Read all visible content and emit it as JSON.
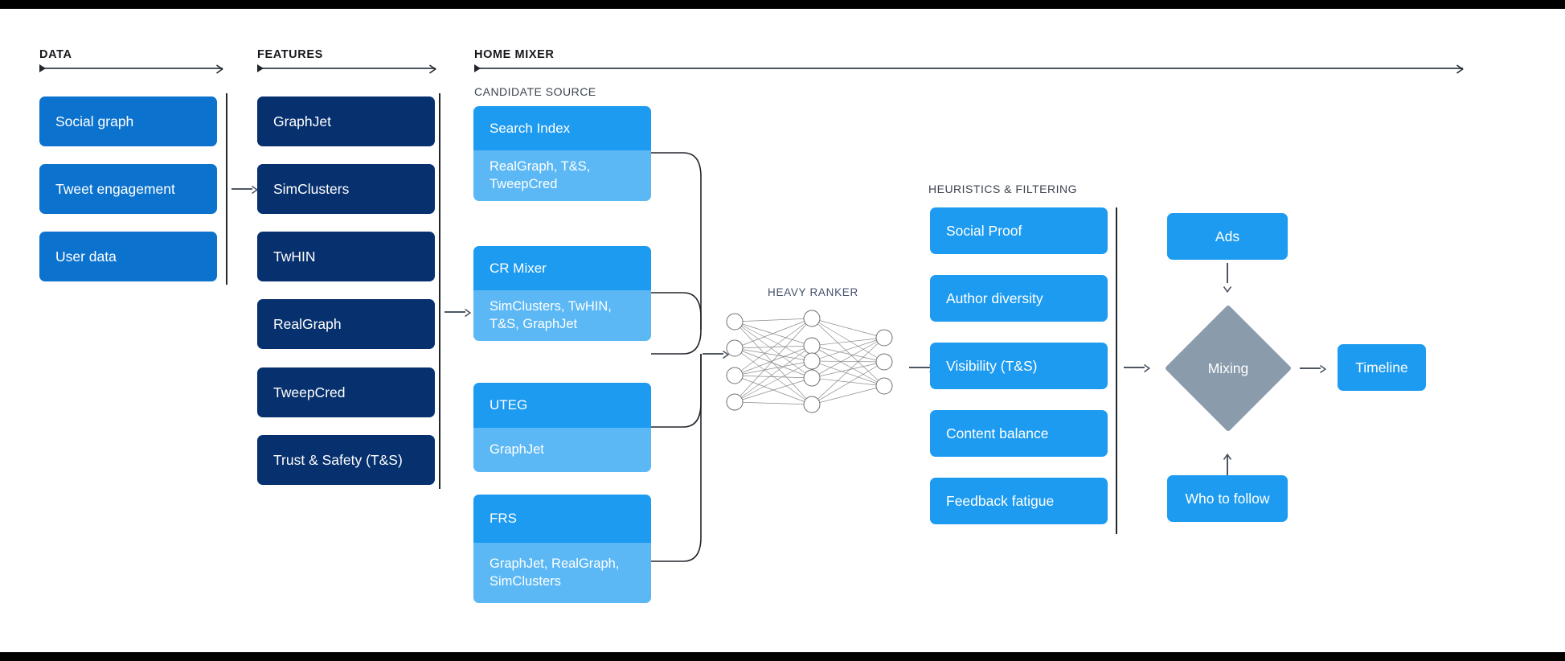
{
  "sections": {
    "data": {
      "label": "DATA"
    },
    "features": {
      "label": "FEATURES"
    },
    "home_mixer": {
      "label": "HOME MIXER"
    },
    "candidate_source": {
      "label": "CANDIDATE SOURCE"
    },
    "heavy_ranker": {
      "label": "HEAVY RANKER"
    },
    "heuristics": {
      "label": "HEURISTICS & FILTERING"
    }
  },
  "data_boxes": [
    {
      "label": "Social graph"
    },
    {
      "label": "Tweet engagement"
    },
    {
      "label": "User data"
    }
  ],
  "feature_boxes": [
    {
      "label": "GraphJet"
    },
    {
      "label": "SimClusters"
    },
    {
      "label": "TwHIN"
    },
    {
      "label": "RealGraph"
    },
    {
      "label": "TweepCred"
    },
    {
      "label": "Trust & Safety (T&S)"
    }
  ],
  "candidate_sources": [
    {
      "title": "Search Index",
      "features": "RealGraph, T&S,\nTweepCred"
    },
    {
      "title": "CR Mixer",
      "features": "SimClusters, TwHIN,\nT&S, GraphJet"
    },
    {
      "title": "UTEG",
      "features": "GraphJet"
    },
    {
      "title": "FRS",
      "features": "GraphJet, RealGraph,\nSimClusters"
    }
  ],
  "heuristics_boxes": [
    {
      "label": "Social Proof"
    },
    {
      "label": "Author diversity"
    },
    {
      "label": "Visibility (T&S)"
    },
    {
      "label": "Content balance"
    },
    {
      "label": "Feedback fatigue"
    }
  ],
  "outputs": {
    "ads": "Ads",
    "mixing": "Mixing",
    "timeline": "Timeline",
    "who_to_follow": "Who to follow"
  },
  "neural_network": {
    "input_nodes": 4,
    "hidden_nodes": 5,
    "output_nodes": 3
  },
  "colors": {
    "data_blue": "#0b72ce",
    "feature_navy": "#07306e",
    "candidate_blue": "#1d9bf0",
    "candidate_light": "#5cb8f5",
    "heuristic_blue": "#1d9bf0",
    "mixing_gray": "#8a9bac",
    "line": "#4d5662",
    "background": "#ffffff",
    "bar": "#000000"
  }
}
